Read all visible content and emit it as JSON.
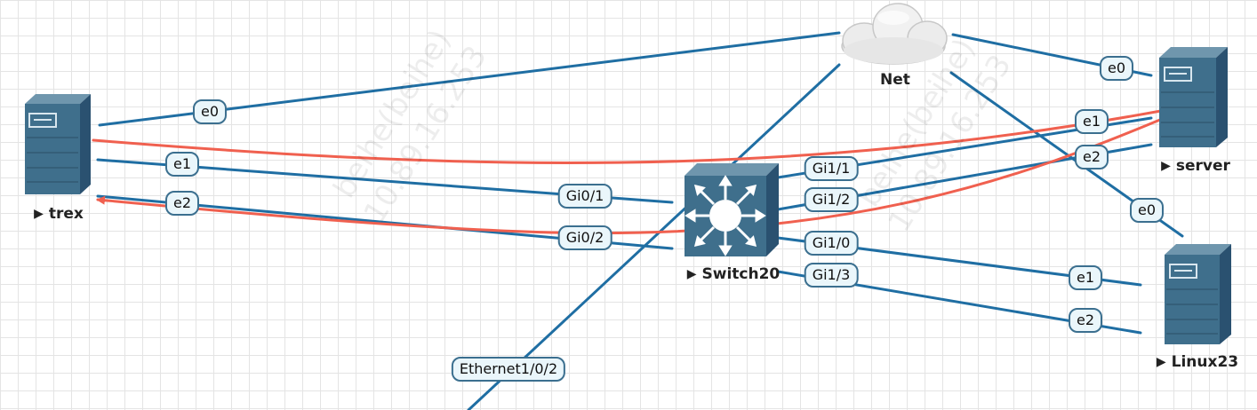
{
  "nodes": {
    "trex": {
      "label": "trex",
      "type": "server"
    },
    "server": {
      "label": "server",
      "type": "server"
    },
    "linux23": {
      "label": "Linux23",
      "type": "server"
    },
    "switch20": {
      "label": "Switch20",
      "type": "switch"
    },
    "net": {
      "label": "Net",
      "type": "cloud"
    }
  },
  "ports": {
    "trex_e0": "e0",
    "trex_e1": "e1",
    "trex_e2": "e2",
    "sw_gi0_1": "Gi0/1",
    "sw_gi0_2": "Gi0/2",
    "sw_gi1_1": "Gi1/1",
    "sw_gi1_2": "Gi1/2",
    "sw_gi1_0": "Gi1/0",
    "sw_gi1_3": "Gi1/3",
    "server_e0": "e0",
    "server_e1": "e1",
    "server_e2": "e2",
    "linux_e0": "e0",
    "linux_e1": "e1",
    "linux_e2": "e2",
    "net_eth": "Ethernet1/0/2"
  },
  "watermark": {
    "line1": "beihe(beihe)",
    "line2": "10.89.16.253"
  },
  "colors": {
    "link": "#1f6ea3",
    "flow": "#f0604f",
    "device": "#3f6f8c"
  }
}
